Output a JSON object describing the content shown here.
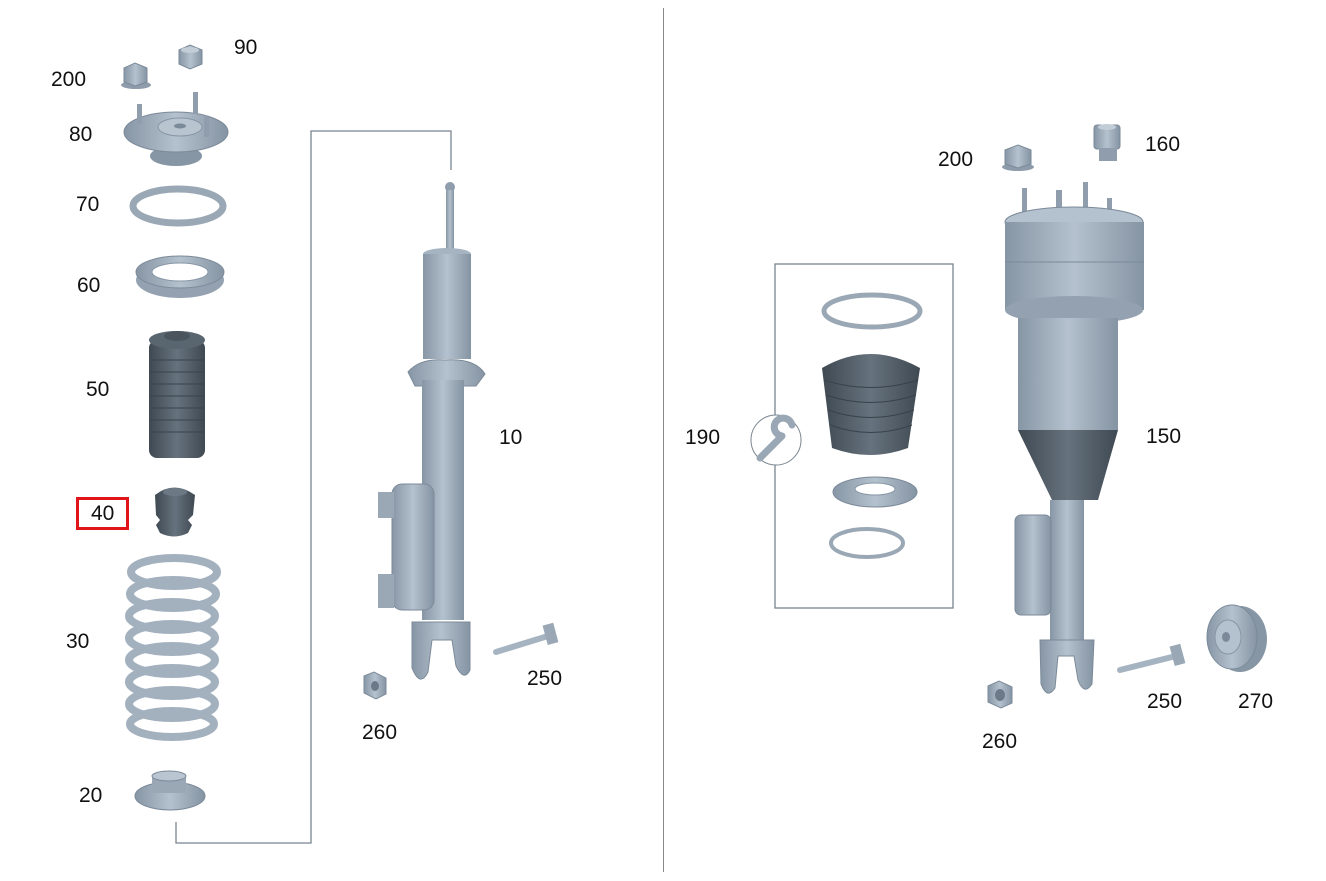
{
  "diagram": {
    "type": "exploded parts diagram - suspension strut assembly",
    "highlighted_label": "40",
    "colors": {
      "part_fill": "#a9b6c4",
      "part_dark": "#7b8a99",
      "rubber_dark": "#4f5a64",
      "line": "#7a8590",
      "highlight": "#e0151a",
      "divider": "#888888"
    },
    "left": {
      "labels": [
        {
          "id": "p200",
          "text": "200"
        },
        {
          "id": "p90",
          "text": "90"
        },
        {
          "id": "p80",
          "text": "80"
        },
        {
          "id": "p70",
          "text": "70"
        },
        {
          "id": "p60",
          "text": "60"
        },
        {
          "id": "p50",
          "text": "50"
        },
        {
          "id": "p40",
          "text": "40"
        },
        {
          "id": "p30",
          "text": "30"
        },
        {
          "id": "p20",
          "text": "20"
        },
        {
          "id": "p10",
          "text": "10"
        },
        {
          "id": "p250",
          "text": "250"
        },
        {
          "id": "p260",
          "text": "260"
        }
      ]
    },
    "right": {
      "labels": [
        {
          "id": "p200",
          "text": "200"
        },
        {
          "id": "p160",
          "text": "160"
        },
        {
          "id": "p190",
          "text": "190"
        },
        {
          "id": "p150",
          "text": "150"
        },
        {
          "id": "p250",
          "text": "250"
        },
        {
          "id": "p270",
          "text": "270"
        },
        {
          "id": "p260",
          "text": "260"
        }
      ],
      "kit_icon": "wrench-icon"
    }
  }
}
